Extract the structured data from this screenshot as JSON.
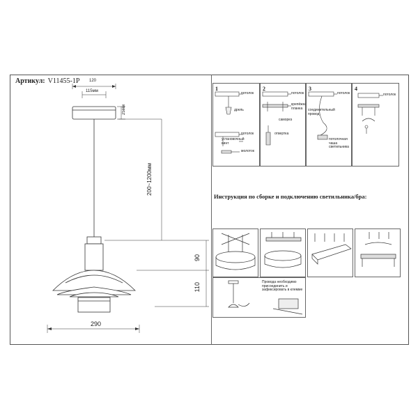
{
  "header": {
    "article_label": "Артикул:",
    "article_code": "V11455-1P"
  },
  "drawing": {
    "dim_canopy_width": "120",
    "dim_canopy_inner": "115мм",
    "dim_canopy_height": "25мм",
    "dim_cable_length": "200~1200мм",
    "dim_upper_height": "90",
    "dim_lower_height": "110",
    "dim_shade_width": "290"
  },
  "steps": {
    "step1": {
      "num": "1",
      "labels": [
        "потолок",
        "дрель"
      ]
    },
    "step1b": {
      "labels": [
        "потолок",
        "установочный винт",
        "молоток"
      ]
    },
    "step2": {
      "num": "2",
      "labels": [
        "потолок",
        "крепёжная планка",
        "саморез",
        "отвертка"
      ]
    },
    "step3": {
      "num": "3",
      "labels": [
        "потолок",
        "соединительный провод",
        "потолочная чаша светильника"
      ]
    },
    "step4": {
      "num": "4",
      "labels": [
        "потолок"
      ]
    }
  },
  "instructions": {
    "title": "Инструкция по сборке и подключению  светильника/бра:",
    "wire_note": "Провода необходимо присоединить и зафиксировать в клемме"
  }
}
